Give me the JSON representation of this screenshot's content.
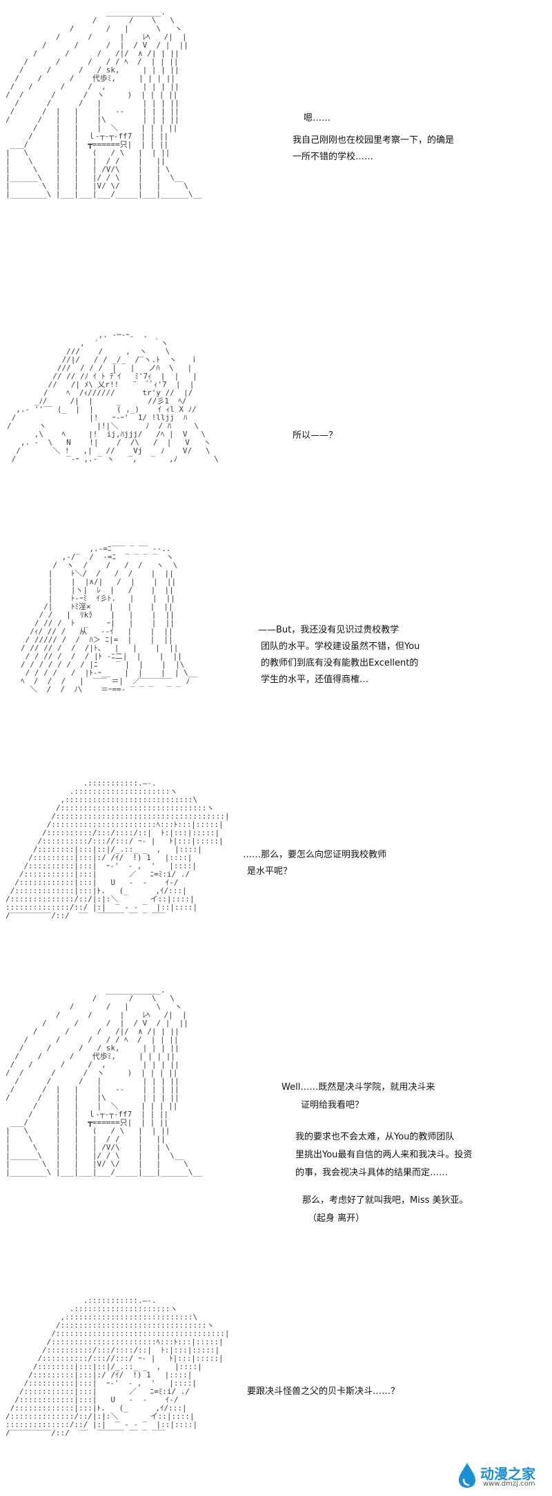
{
  "panels": [
    {
      "id": "p1",
      "lines": [
        "嗯……",
        "我自己刚刚也在校园里考察一下，的确是",
        "一所不错的学校……"
      ]
    },
    {
      "id": "p2",
      "lines": [
        "所以——？"
      ]
    },
    {
      "id": "p3",
      "lines": [
        "——But，我还没有见识过贵校教学",
        "团队的水平。学校建设虽然不错，但You",
        "的教师们到底有没有能教出Excellent的",
        "学生的水平，还值得商榷…"
      ]
    },
    {
      "id": "p4",
      "lines": [
        "……那么，要怎么向您证明我校教师",
        "是水平呢？"
      ]
    },
    {
      "id": "p5",
      "lines": [
        "Well……既然是决斗学院，就用决斗来",
        "证明给我看吧？",
        "",
        "我的要求也不会太难，从You的教师团队",
        "里挑出You最有自信的两人来和我决斗。投资",
        "的事，我会视决斗具体的结果而定……",
        "",
        "那么，考虑好了就叫我吧，Miss 美狄亚。",
        "（起身 离开）"
      ]
    },
    {
      "id": "p6",
      "lines": [
        "要跟决斗怪兽之父的贝卡斯决斗……？"
      ]
    }
  ],
  "watermark": {
    "name": "动漫之家",
    "url": "www.dmzj.com",
    "color": "#1a8fd6"
  }
}
